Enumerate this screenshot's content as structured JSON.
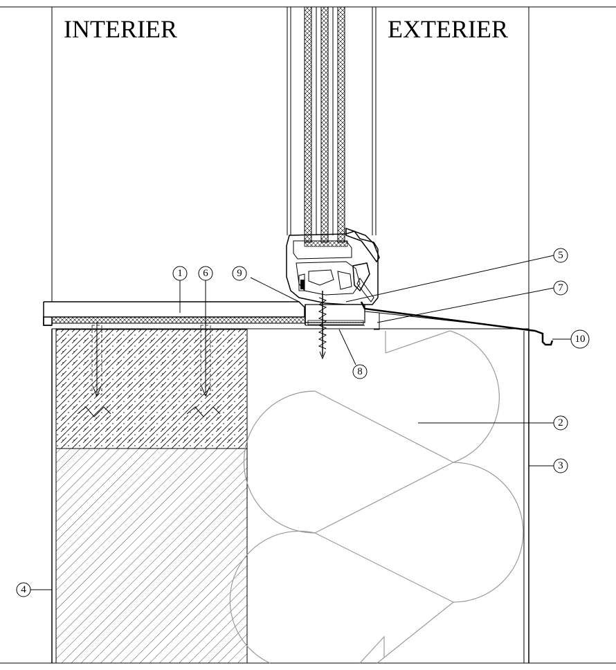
{
  "labels": {
    "interior": "INTERIER",
    "exterior": "EXTERIER"
  },
  "callouts": [
    "1",
    "2",
    "3",
    "4",
    "5",
    "6",
    "7",
    "8",
    "9",
    "10"
  ],
  "colors": {
    "line": "#000000",
    "insulation_line": "#9a9a9a",
    "background": "#ffffff"
  }
}
